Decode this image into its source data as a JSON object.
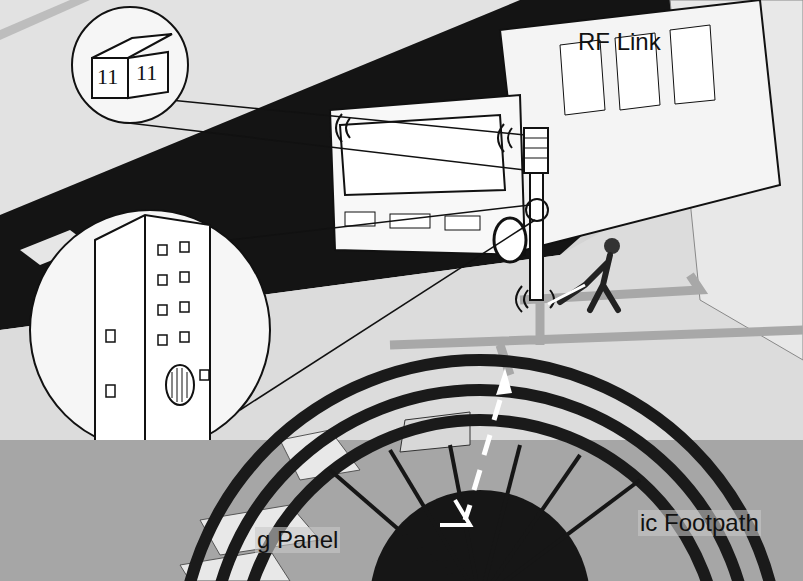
{
  "diagram": {
    "labels": [
      "RF Link",
      "11",
      "11",
      "g Panel",
      "ic Footpath"
    ]
  }
}
